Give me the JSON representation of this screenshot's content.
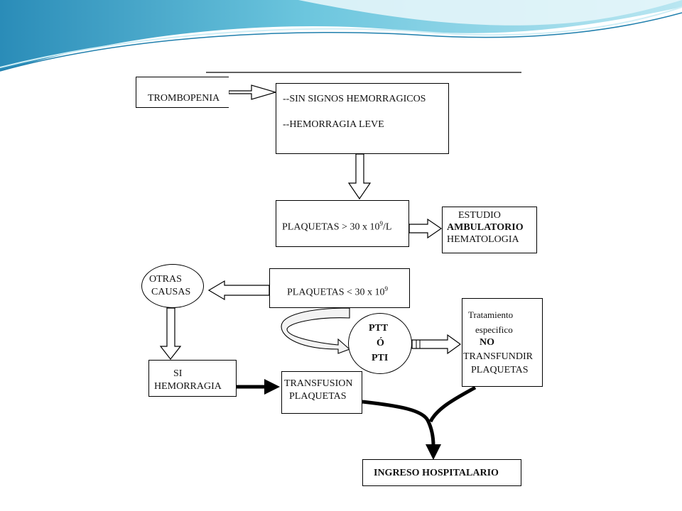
{
  "colors": {
    "banner_dark": "#2d8fb8",
    "banner_light": "#9fd9e8",
    "banner_pale": "#d9f0f6",
    "ink": "#000000"
  },
  "nodes": {
    "trombopenia": "TROMBOPENIA",
    "sin_signos": "--SIN SIGNOS HEMORRAGICOS",
    "hemorragia_leve": "--HEMORRAGIA LEVE",
    "plaquetas_mayor": {
      "prefix": "PLAQUETAS > 30 x 10",
      "sup": "9",
      "suffix": "/L"
    },
    "estudio": {
      "line1": "ESTUDIO",
      "line2": "AMBULATORIO",
      "line3": "HEMATOLOGIA"
    },
    "otras_causas": {
      "line1": "OTRAS",
      "line2": "CAUSAS"
    },
    "plaquetas_menor": {
      "prefix": "PLAQUETAS < 30 x 10",
      "sup": "9"
    },
    "ptt": {
      "line1": "PTT",
      "line2": "Ó",
      "line3": "PTI"
    },
    "tratamiento": {
      "line1": "Tratamiento",
      "line2": "especifico",
      "line3": "NO",
      "line4": "TRANSFUNDIR",
      "line5": "PLAQUETAS"
    },
    "si_hemorragia": {
      "line1": "SI",
      "line2": "HEMORRAGIA"
    },
    "transfusion": {
      "line1": "TRANSFUSION",
      "line2": "PLAQUETAS"
    },
    "ingreso": "INGRESO HOSPITALARIO"
  }
}
